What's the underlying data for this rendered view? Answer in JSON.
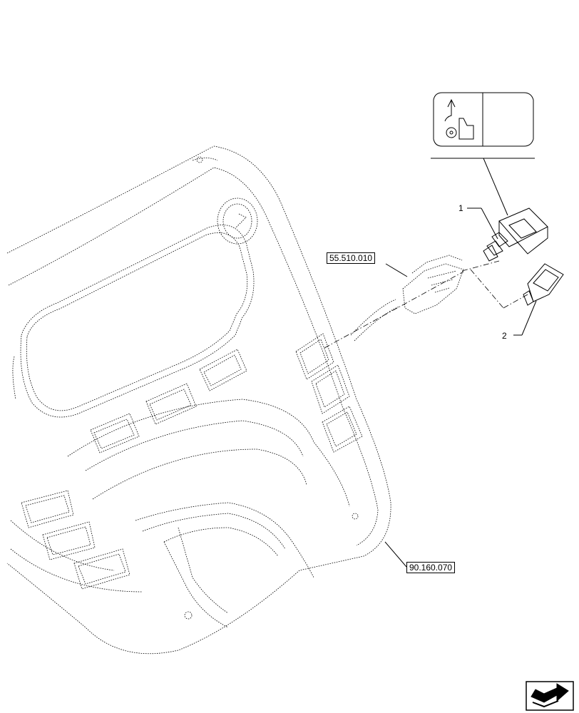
{
  "callouts": {
    "connector_ref": "55.510.010",
    "dashboard_ref": "90.160.070"
  },
  "items": {
    "switch": "1",
    "cover": "2"
  },
  "nav": {
    "icon": "next-page-arrow-icon"
  }
}
